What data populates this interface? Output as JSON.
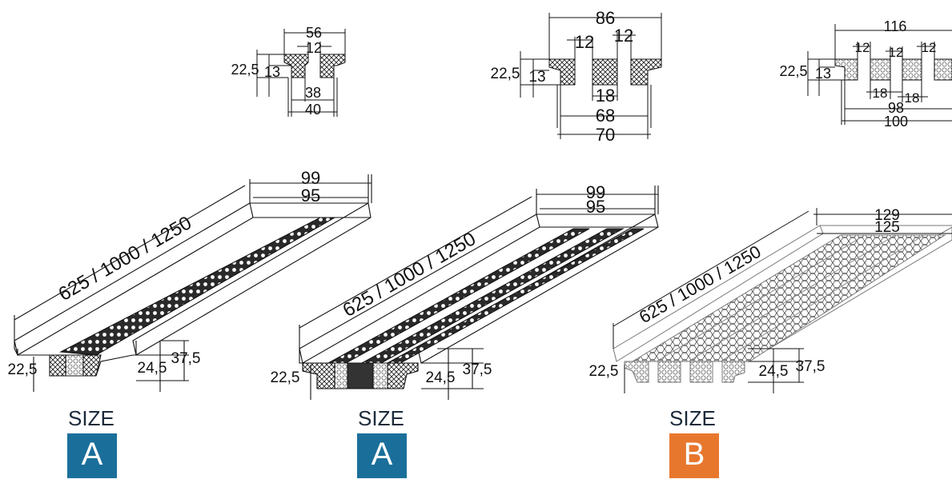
{
  "profiles": [
    {
      "section_dims": {
        "width_top": "56",
        "slot_top": "12",
        "height_left": "22,5",
        "height_inner": "13",
        "inner_bottom": "38",
        "outer_bottom": "40"
      },
      "iso_dims": {
        "length": "625 / 1000 / 1250",
        "outer_width": "99",
        "inner_width": "95",
        "height_left": "22,5",
        "height_inner": "24,5",
        "height_total": "37,5"
      },
      "size_label": "SIZE",
      "size_letter": "A",
      "size_color": "#1a6f9a"
    },
    {
      "section_dims": {
        "width_top": "86",
        "slot_left": "12",
        "slot_right": "12",
        "height_left": "22,5",
        "height_inner": "13",
        "center_block": "18",
        "inner_bottom": "68",
        "outer_bottom": "70"
      },
      "iso_dims": {
        "length": "625 / 1000 / 1250",
        "outer_width": "99",
        "inner_width": "95",
        "height_left": "22,5",
        "height_inner": "24,5",
        "height_total": "37,5"
      },
      "size_label": "SIZE",
      "size_letter": "A",
      "size_color": "#1a6f9a"
    },
    {
      "section_dims": {
        "width_top": "116",
        "slot_1": "12",
        "slot_2": "12",
        "slot_3": "12",
        "height_left": "22,5",
        "height_inner": "13",
        "block_1": "18",
        "block_2": "18",
        "inner_bottom": "98",
        "outer_bottom": "100"
      },
      "iso_dims": {
        "length": "625 / 1000 / 1250",
        "outer_width": "129",
        "inner_width": "125",
        "height_left": "22,5",
        "height_inner": "24,5",
        "height_total": "37,5"
      },
      "size_label": "SIZE",
      "size_letter": "B",
      "size_color": "#e8772e"
    }
  ]
}
